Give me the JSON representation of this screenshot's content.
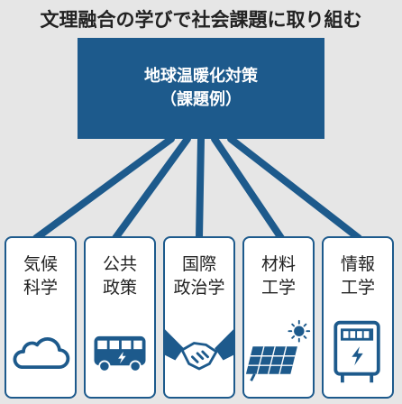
{
  "title": "文理融合の学びで社会課題に取り組む",
  "center": {
    "line1": "地球温暖化対策",
    "line2": "（課題例）"
  },
  "fields": [
    {
      "line1": "気候",
      "line2": "科学",
      "icon": "cloud-icon"
    },
    {
      "line1": "公共",
      "line2": "政策",
      "icon": "bus-icon"
    },
    {
      "line1": "国際",
      "line2": "政治学",
      "icon": "handshake-icon"
    },
    {
      "line1": "材料",
      "line2": "工学",
      "icon": "solar-panel-icon"
    },
    {
      "line1": "情報",
      "line2": "工学",
      "icon": "smart-meter-icon"
    }
  ],
  "colors": {
    "accent": "#1d5a8c",
    "background": "#e6e6e6"
  }
}
